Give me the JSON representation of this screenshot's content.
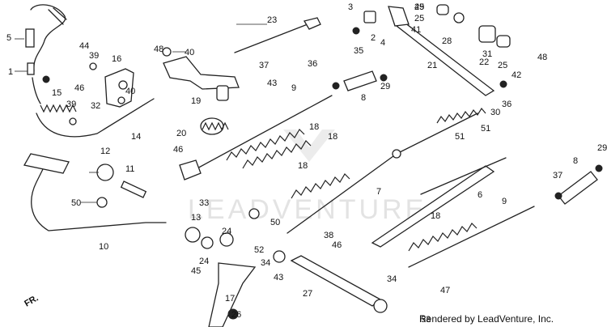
{
  "credit": "Rendered by LeadVenture, Inc.",
  "watermark": "LEADVENTURE",
  "direction": "FR.",
  "callouts": [
    "1",
    "2",
    "3",
    "4",
    "5",
    "6",
    "7",
    "8",
    "8",
    "9",
    "9",
    "10",
    "11",
    "12",
    "13",
    "14",
    "15",
    "16",
    "17",
    "18",
    "18",
    "18",
    "18",
    "19",
    "20",
    "21",
    "22",
    "23",
    "24",
    "24",
    "25",
    "25",
    "25",
    "26",
    "27",
    "28",
    "29",
    "29",
    "30",
    "31",
    "32",
    "33",
    "34",
    "34",
    "35",
    "36",
    "36",
    "37",
    "37",
    "38",
    "39",
    "39",
    "40",
    "40",
    "41",
    "42",
    "43",
    "43",
    "44",
    "45",
    "46",
    "46",
    "46",
    "47",
    "48",
    "48",
    "49",
    "50",
    "50",
    "51",
    "51",
    "52",
    "53",
    "54",
    "54"
  ]
}
